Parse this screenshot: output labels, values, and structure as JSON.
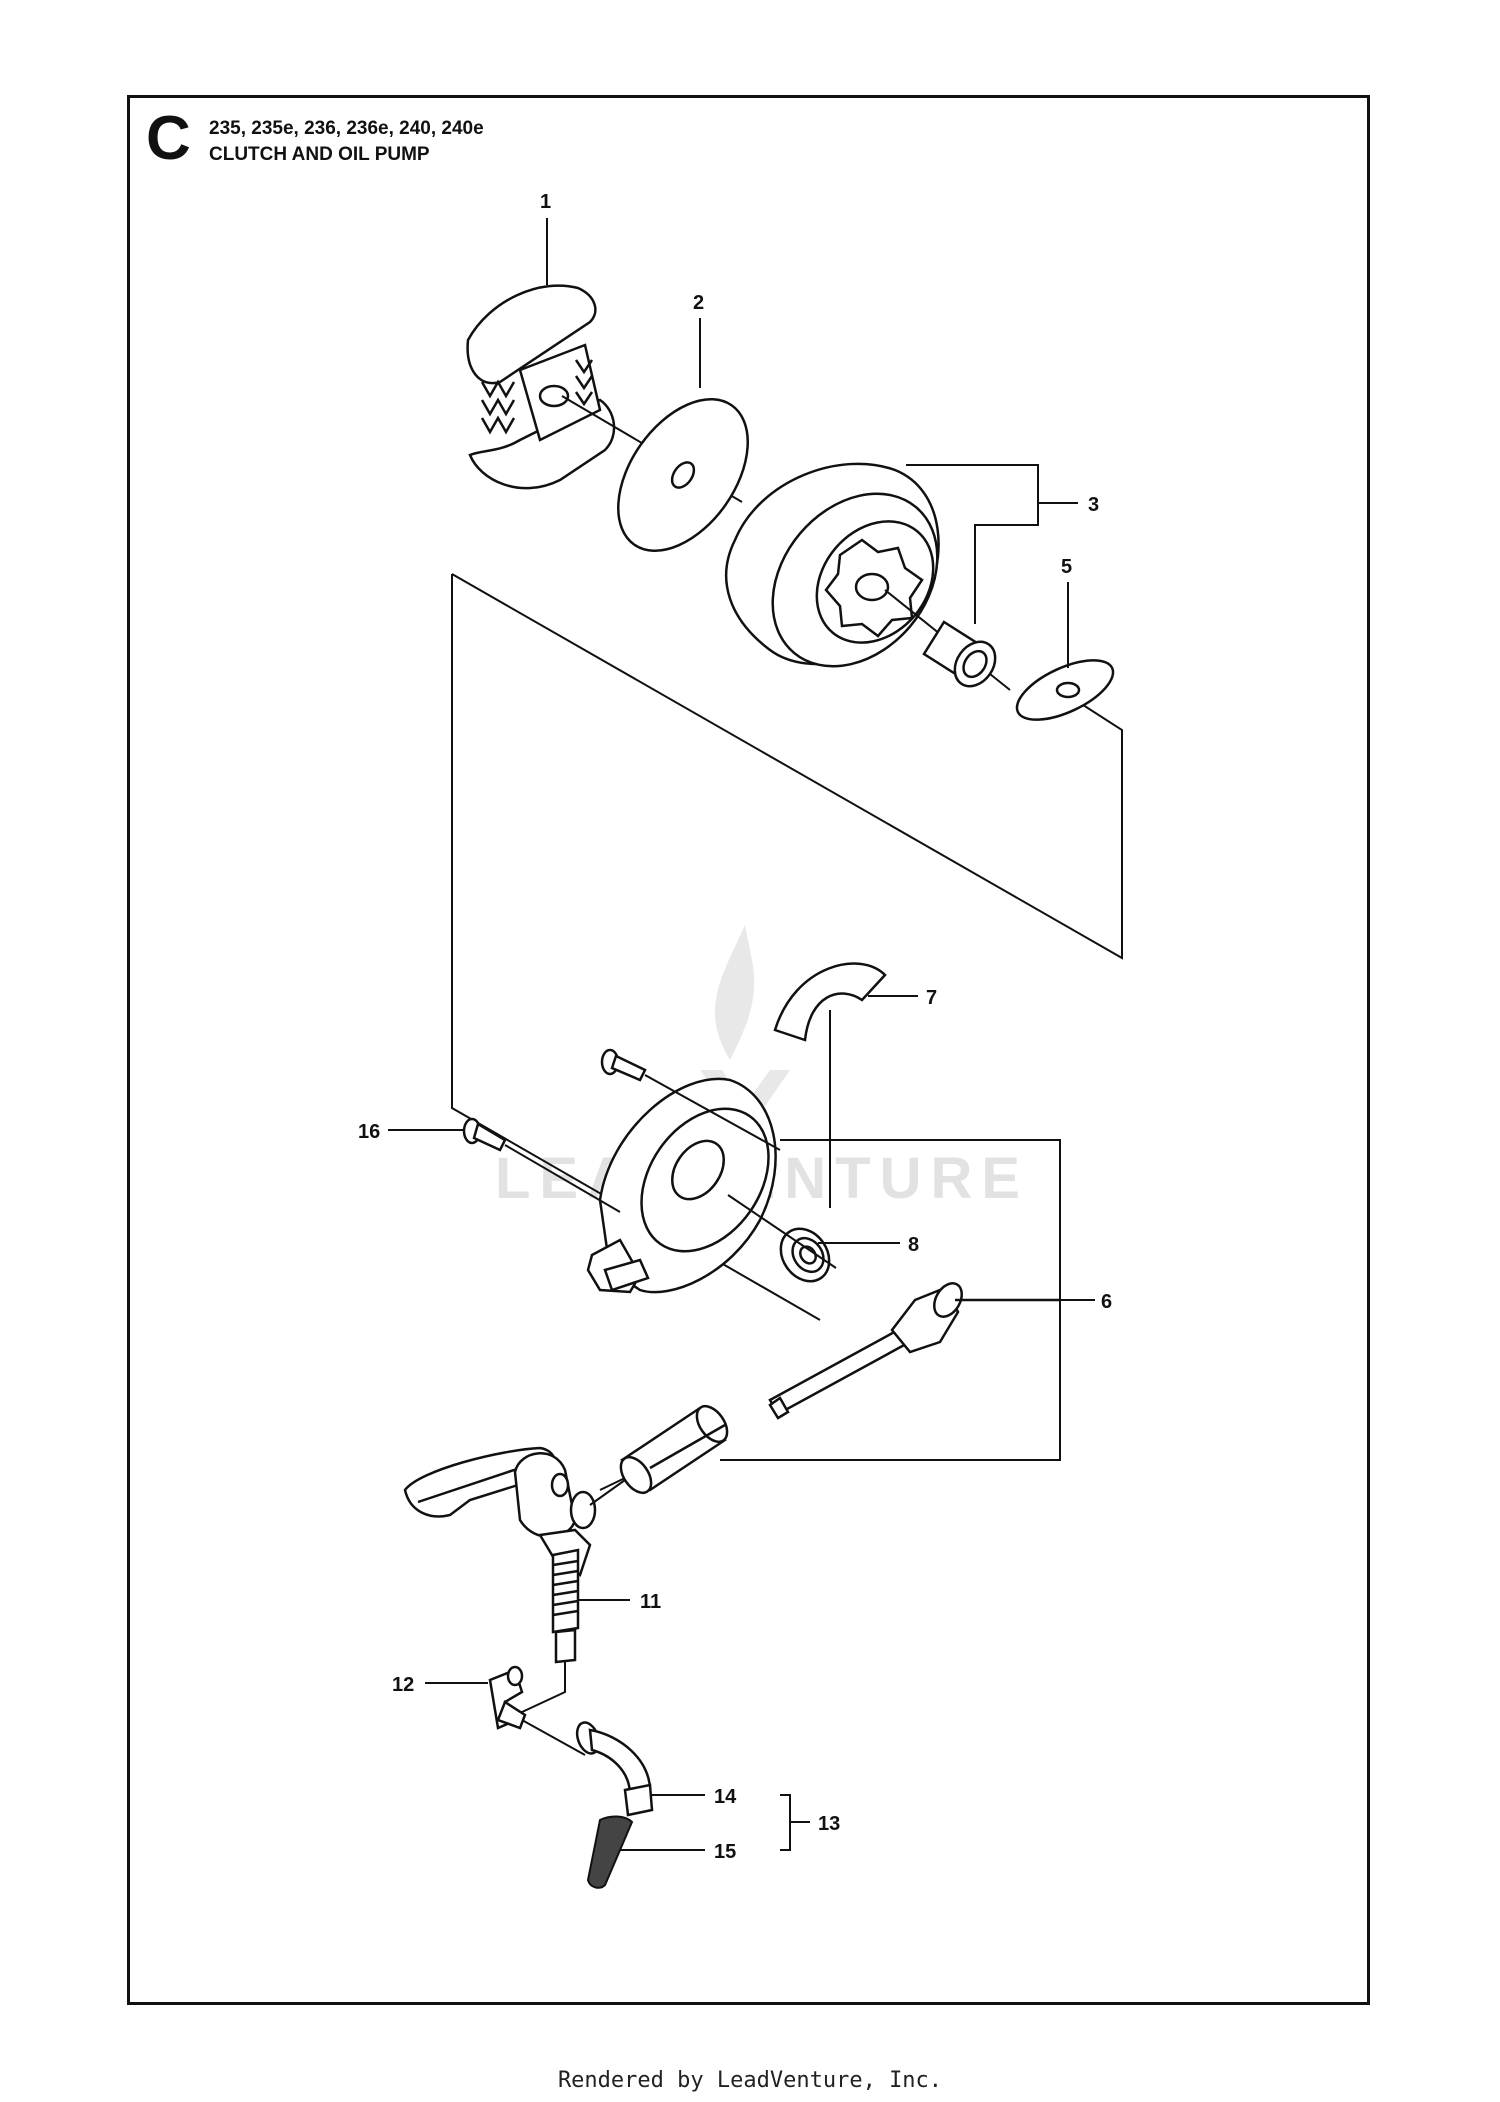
{
  "header": {
    "section_letter": "C",
    "models": "235, 235e, 236, 236e, 240, 240e",
    "title": "CLUTCH AND OIL PUMP"
  },
  "callouts": {
    "c1": "1",
    "c2": "2",
    "c3": "3",
    "c5": "5",
    "c6": "6",
    "c7": "7",
    "c8": "8",
    "c11": "11",
    "c12": "12",
    "c13": "13",
    "c14": "14",
    "c15": "15",
    "c16": "16"
  },
  "watermark": {
    "text": "LEADVENTURE"
  },
  "footer": {
    "text": "Rendered by LeadVenture, Inc."
  }
}
